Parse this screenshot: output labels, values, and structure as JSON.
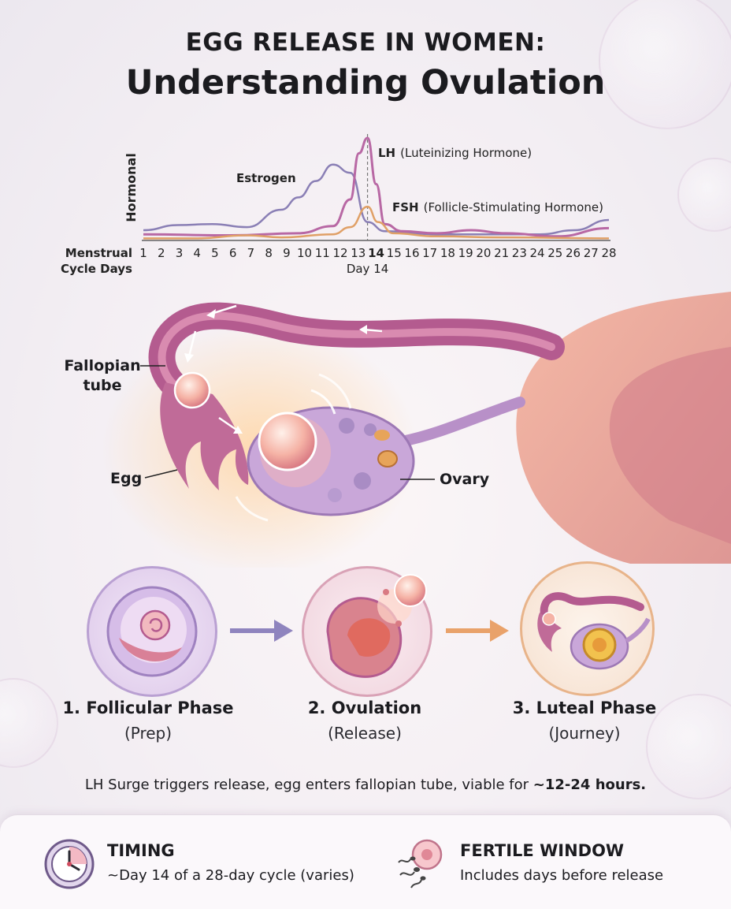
{
  "title": {
    "line1": "EGG RELEASE IN WOMEN:",
    "line2": "Understanding Ovulation"
  },
  "chart_data": {
    "type": "line",
    "ylabel": "Hormonal",
    "xlabel": "Menstrual Cycle Days",
    "x_ticks": [
      1,
      2,
      3,
      4,
      5,
      6,
      7,
      8,
      9,
      10,
      11,
      12,
      13,
      14,
      15,
      16,
      17,
      18,
      19,
      20,
      21,
      23,
      24,
      25,
      26,
      27,
      28
    ],
    "highlight_tick": 14,
    "marker_label": "Day 14",
    "marker_day": 14,
    "series": [
      {
        "name": "Estrogen",
        "name_label": "Estrogen",
        "color": "#8a7fb5",
        "points": [
          [
            1,
            0.1
          ],
          [
            3,
            0.15
          ],
          [
            5,
            0.16
          ],
          [
            7,
            0.13
          ],
          [
            9,
            0.3
          ],
          [
            10,
            0.42
          ],
          [
            11,
            0.58
          ],
          [
            12,
            0.74
          ],
          [
            13,
            0.66
          ],
          [
            14,
            0.18
          ],
          [
            15,
            0.09
          ],
          [
            18,
            0.06
          ],
          [
            21,
            0.06
          ],
          [
            24,
            0.06
          ],
          [
            26,
            0.1
          ],
          [
            28,
            0.2
          ]
        ]
      },
      {
        "name": "LH (Luteinizing Hormone)",
        "abbr": "LH",
        "full": "(Luteinizing Hormone)",
        "color": "#b868a4",
        "points": [
          [
            1,
            0.06
          ],
          [
            6,
            0.05
          ],
          [
            10,
            0.07
          ],
          [
            12,
            0.14
          ],
          [
            13,
            0.4
          ],
          [
            13.5,
            0.85
          ],
          [
            14,
            1.0
          ],
          [
            14.5,
            0.55
          ],
          [
            15,
            0.16
          ],
          [
            16,
            0.09
          ],
          [
            18,
            0.07
          ],
          [
            20,
            0.1
          ],
          [
            22,
            0.07
          ],
          [
            25,
            0.04
          ],
          [
            28,
            0.12
          ]
        ]
      },
      {
        "name": "FSH (Follicle-Stimulating Hormone)",
        "abbr": "FSH",
        "full": "(Follicle-Stimulating Hormone)",
        "color": "#e0a066",
        "points": [
          [
            1,
            0.02
          ],
          [
            4,
            0.02
          ],
          [
            7,
            0.05
          ],
          [
            9,
            0.03
          ],
          [
            12,
            0.06
          ],
          [
            13,
            0.13
          ],
          [
            14,
            0.33
          ],
          [
            14.6,
            0.18
          ],
          [
            15.5,
            0.07
          ],
          [
            18,
            0.04
          ],
          [
            22,
            0.03
          ],
          [
            28,
            0.02
          ]
        ]
      }
    ]
  },
  "anatomy": {
    "fallopian_tube": "Fallopian tube",
    "egg": "Egg",
    "ovary": "Ovary"
  },
  "phases": [
    {
      "title": "1. Follicular Phase",
      "subtitle": "(Prep)"
    },
    {
      "title": "2. Ovulation",
      "subtitle": "(Release)"
    },
    {
      "title": "3. Luteal Phase",
      "subtitle": "(Journey)"
    }
  ],
  "summary": {
    "text": "LH Surge triggers release, egg enters fallopian tube, viable for ",
    "bold": "~12-24 hours."
  },
  "info": {
    "timing_title": "TIMING",
    "timing_text": "~Day 14 of a 28-day cycle (varies)",
    "timing_icon": "clock-icon",
    "fertile_title": "FERTILE WINDOW",
    "fertile_text": "Includes days before release",
    "fertile_icon": "sperm-egg-icon"
  },
  "colors": {
    "estrogen": "#8a7fb5",
    "lh": "#b868a4",
    "fsh": "#e0a066",
    "arrow_purple": "#8f84be",
    "arrow_orange": "#e9a26a",
    "tube": "#b45b8f"
  }
}
